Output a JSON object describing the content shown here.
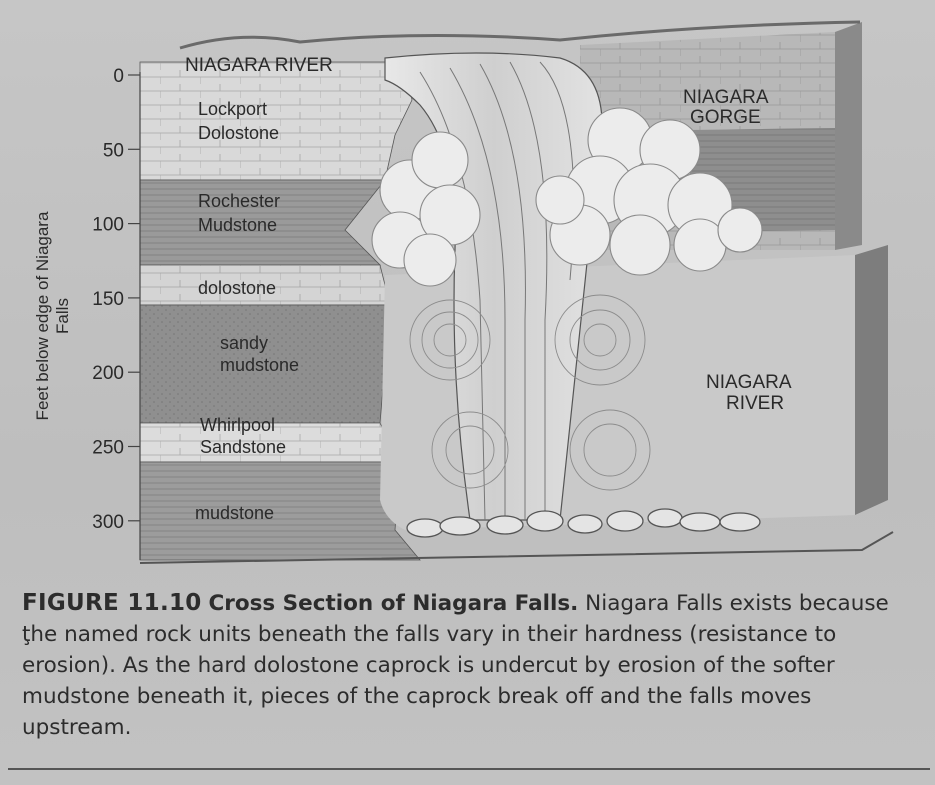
{
  "figure": {
    "y_axis_title": "Feet below edge of Niagara Falls",
    "y_ticks": [
      "0",
      "50",
      "100",
      "150",
      "200",
      "250",
      "300"
    ],
    "layers": [
      {
        "label_lines": [
          "Lockport",
          "Dolostone"
        ],
        "fill": "#d9d9d9"
      },
      {
        "label_lines": [
          "Rochester",
          "Mudstone"
        ],
        "fill": "#9a9a9a"
      },
      {
        "label_lines": [
          "dolostone"
        ],
        "fill": "#d4d4d4"
      },
      {
        "label_lines": [
          "sandy",
          "mudstone"
        ],
        "fill": "#8f8f8f"
      },
      {
        "label_lines": [
          "Whirlpool",
          "Sandstone"
        ],
        "fill": "#dcdcdc"
      },
      {
        "label_lines": [
          "mudstone"
        ],
        "fill": "#9c9c9c"
      }
    ],
    "labels": {
      "river_top": "NIAGARA RIVER",
      "gorge_line1": "NIAGARA",
      "gorge_line2": "GORGE",
      "river_bottom_line1": "NIAGARA",
      "river_bottom_line2": "RIVER"
    },
    "caption": {
      "figure_number": "FIGURE 11.10",
      "title": "Cross Section of Niagara Falls.",
      "body": "Niagara Falls exists because ţhe named rock units beneath the falls vary in their hardness (resistance to erosion). As the hard dolostone caprock is undercut by erosion of the softer mudstone beneath it, pieces of the caprock break off and the falls moves upstream."
    }
  }
}
